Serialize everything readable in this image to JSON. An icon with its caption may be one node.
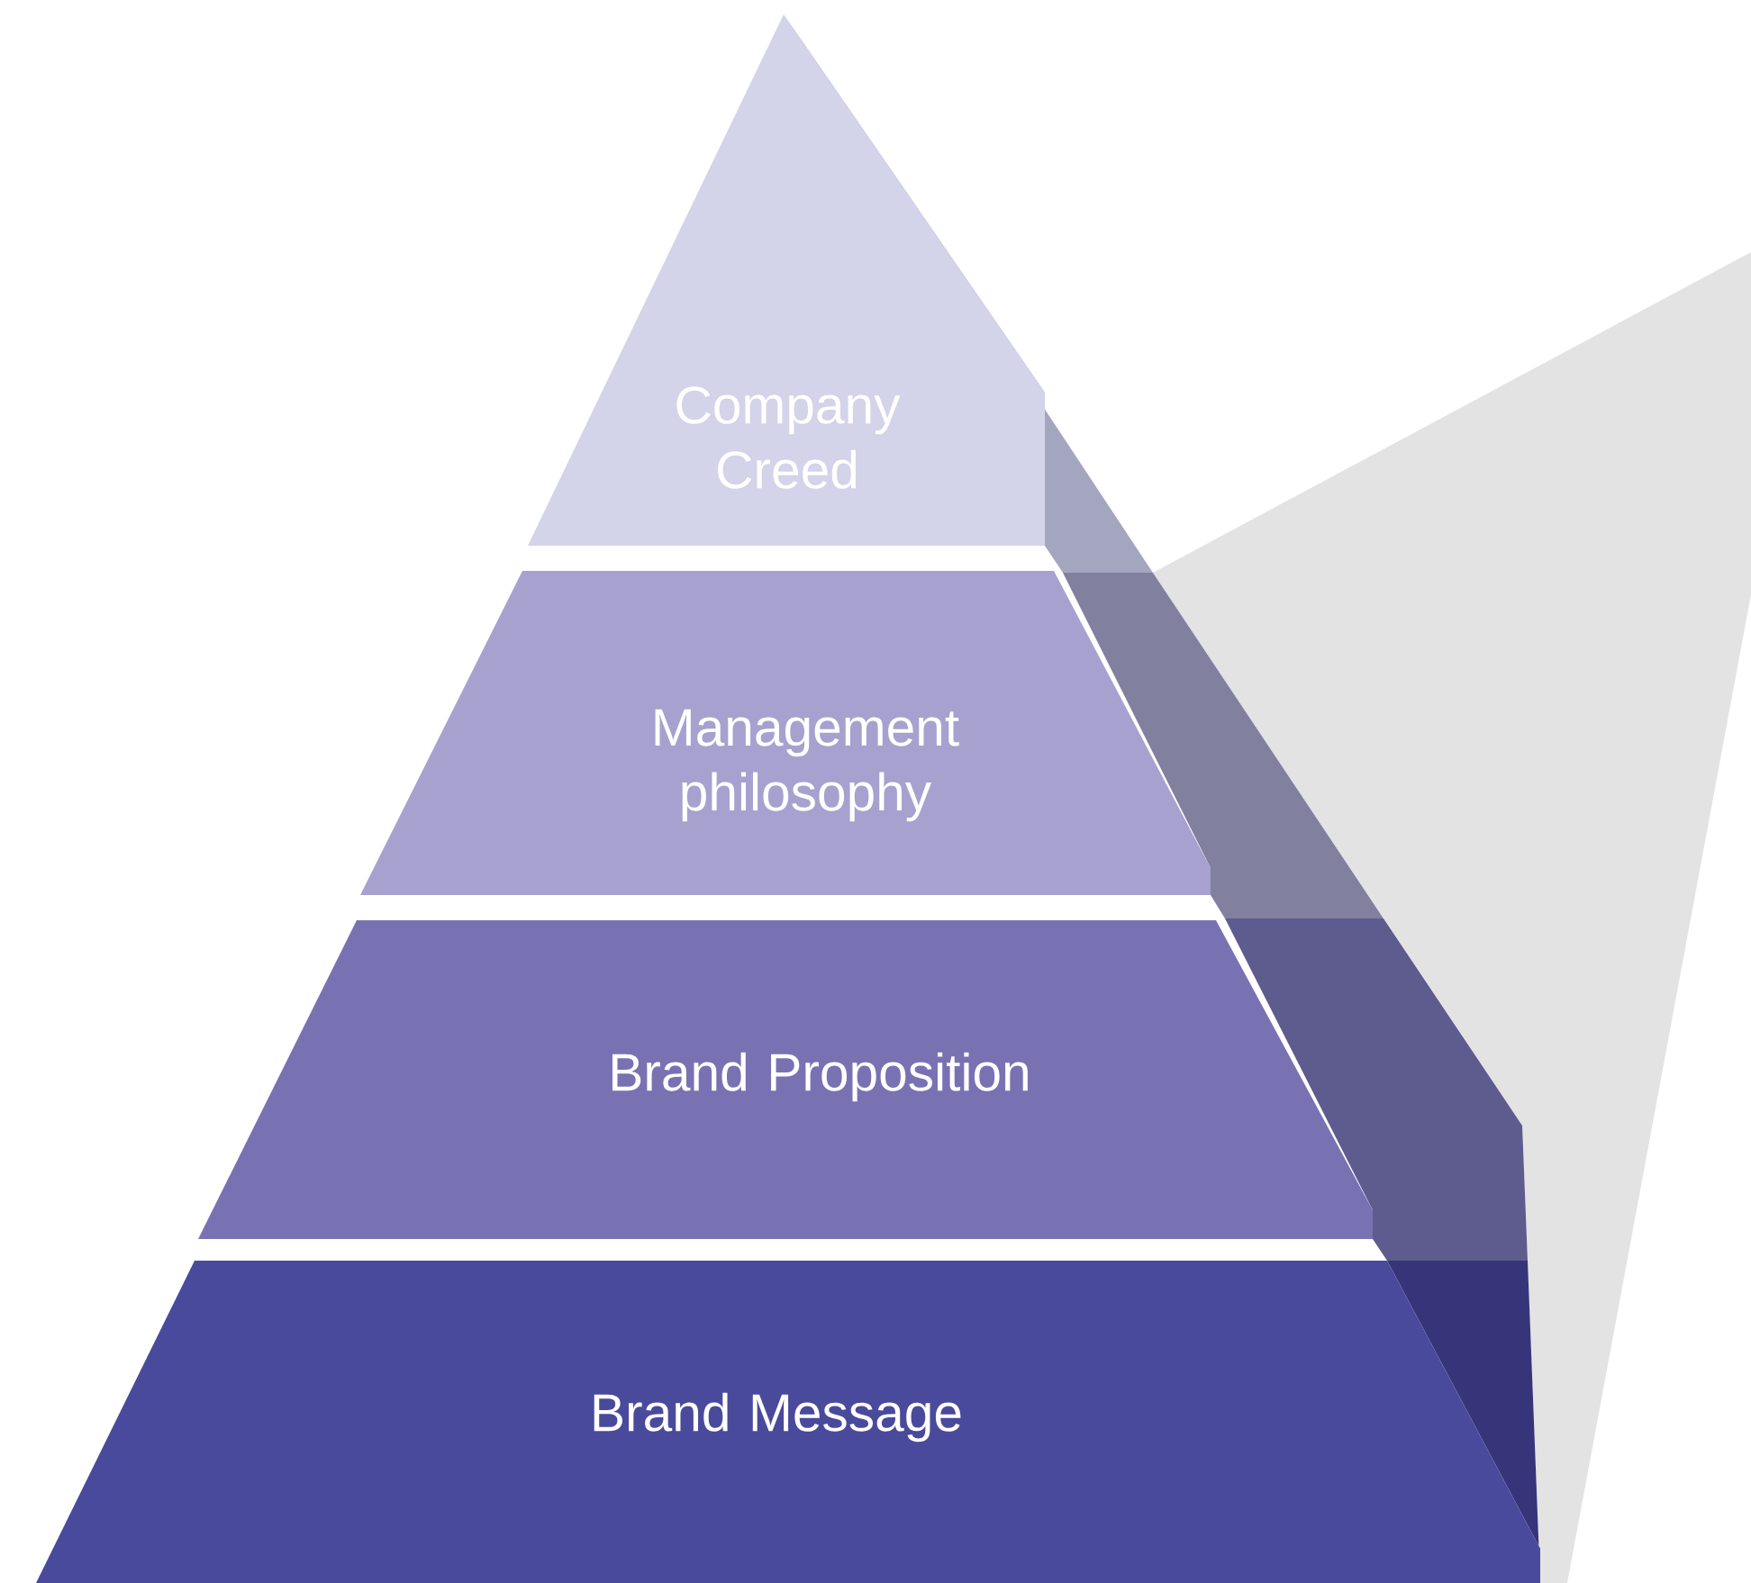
{
  "diagram": {
    "nodes": [
      {
        "text": [
          "Company Creed"
        ]
      },
      {
        "text": [
          "Management philosophy"
        ]
      },
      {
        "text": [
          "Brand Proposition"
        ]
      },
      {
        "text": [
          "Brand Message"
        ]
      }
    ]
  }
}
